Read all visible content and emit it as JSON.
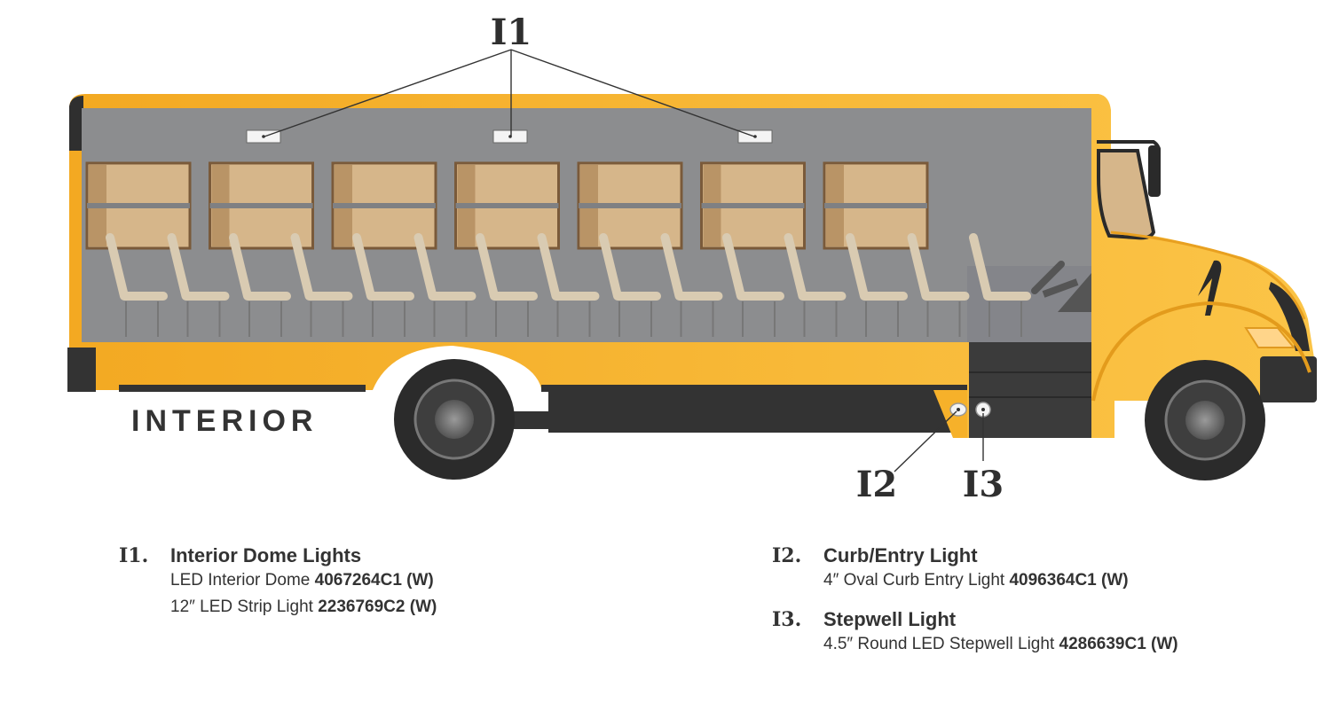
{
  "diagram": {
    "section_label": "INTERIOR",
    "callouts": [
      "I1",
      "I2",
      "I3"
    ],
    "colors": {
      "bus_yellow": "#F6B12A",
      "bus_yellow_light": "#FBC447",
      "interior_gray": "#8C8D8F",
      "dark": "#3A3A3A",
      "window": "#D6B68A",
      "seat": "#D9CBB2",
      "light_fixture": "#F4F4F4"
    }
  },
  "legend": [
    {
      "code": "I1.",
      "title": "Interior Dome Lights",
      "items": [
        {
          "desc": "LED Interior Dome ",
          "part": "4067264C1 (W)"
        },
        {
          "desc": "12″ LED Strip Light ",
          "part": "2236769C2 (W)"
        }
      ]
    },
    {
      "code": "I2.",
      "title": "Curb/Entry Light",
      "items": [
        {
          "desc": "4″ Oval Curb Entry Light ",
          "part": "4096364C1 (W)"
        }
      ]
    },
    {
      "code": "I3.",
      "title": "Stepwell Light",
      "items": [
        {
          "desc": "4.5″ Round LED Stepwell Light ",
          "part": "4286639C1 (W)"
        }
      ]
    }
  ]
}
